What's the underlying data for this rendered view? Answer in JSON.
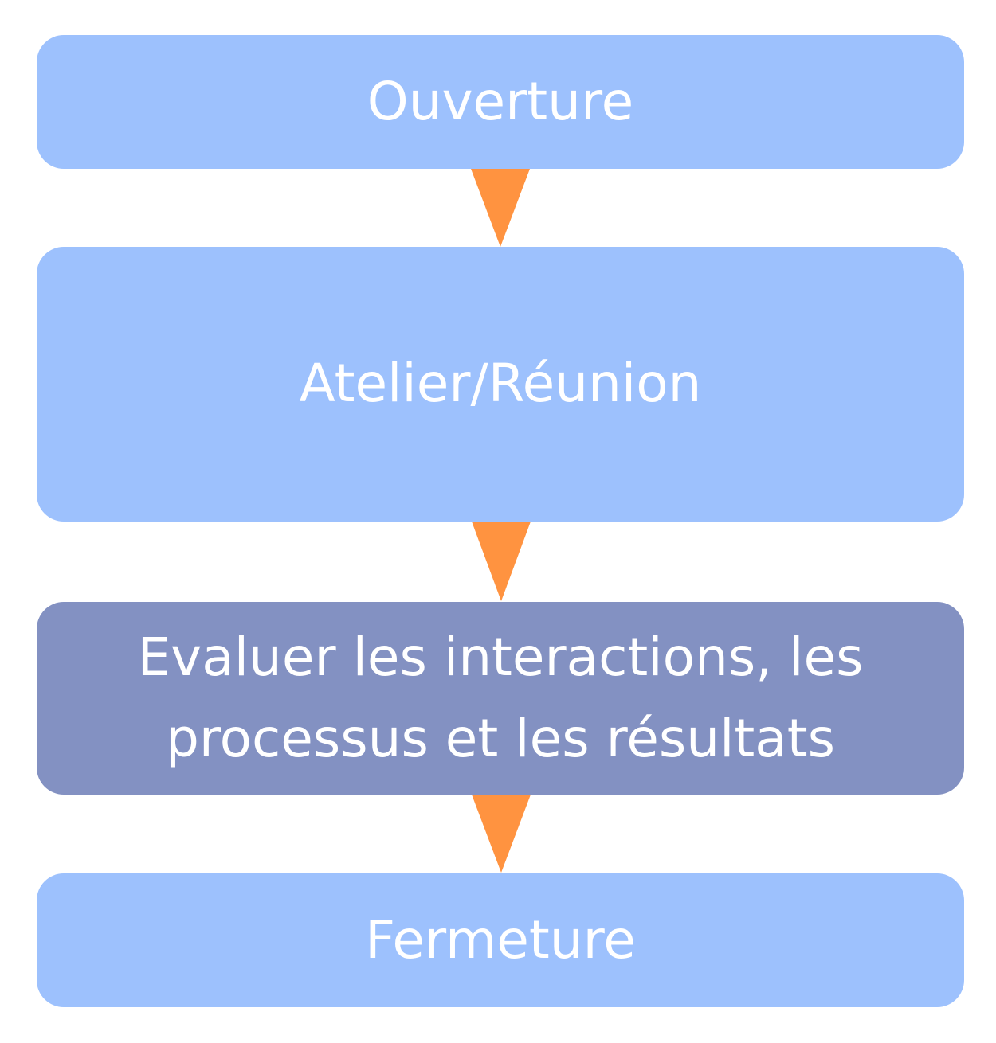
{
  "colors": {
    "step_light": "#9dc1fd",
    "step_dark": "#8391c2",
    "arrow": "#ff9340",
    "text": "#ffffff"
  },
  "steps": [
    {
      "label": "Ouverture",
      "style": "light"
    },
    {
      "label": "Atelier/Réunion",
      "style": "light"
    },
    {
      "label": "Evaluer les interactions, les processus et les résultats",
      "style": "dark"
    },
    {
      "label": "Fermeture",
      "style": "light"
    }
  ],
  "connectors": [
    {
      "from": 0,
      "to": 1,
      "icon": "down-arrow-icon"
    },
    {
      "from": 1,
      "to": 2,
      "icon": "down-arrow-icon"
    },
    {
      "from": 2,
      "to": 3,
      "icon": "down-arrow-icon"
    }
  ]
}
